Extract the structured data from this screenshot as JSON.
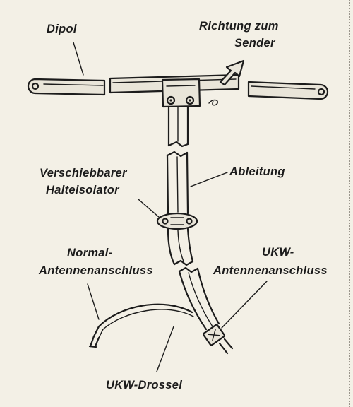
{
  "labels": {
    "dipol": "Dipol",
    "richtung_line1": "Richtung zum",
    "richtung_line2": "Sender",
    "halter_line1": "Verschiebbarer",
    "halter_line2": "Halteisolator",
    "ableitung": "Ableitung",
    "normal_line1": "Normal-",
    "normal_line2": "Antennenanschluss",
    "ukw_line1": "UKW-",
    "ukw_line2": "Antennenanschluss",
    "drossel": "UKW-Drossel"
  },
  "colors": {
    "paper": "#f3f0e6",
    "ink": "#1c1c1c"
  }
}
